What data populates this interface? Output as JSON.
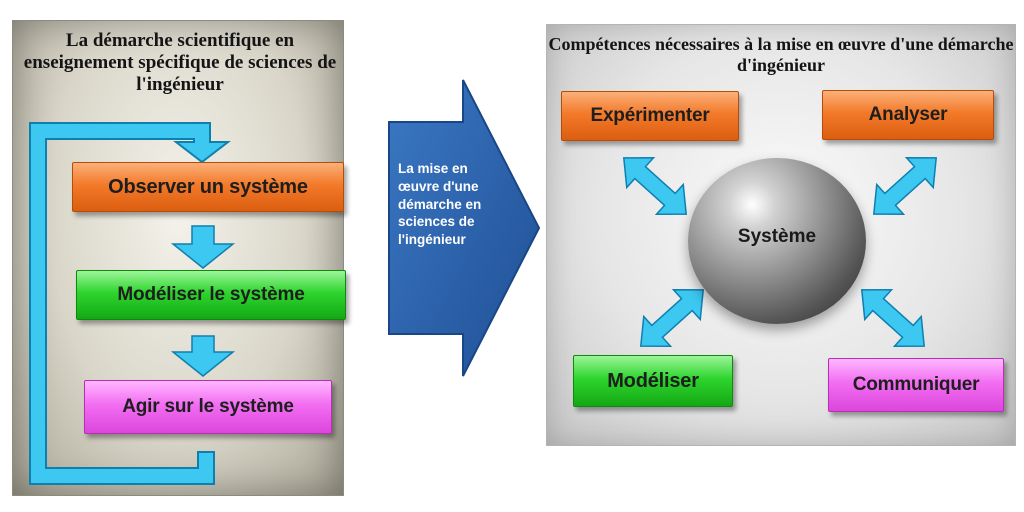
{
  "left": {
    "title": "La démarche scientifique en enseignement spécifique de sciences de l'ingénieur",
    "steps": [
      "Observer un système",
      "Modéliser le système",
      "Agir sur  le système"
    ]
  },
  "center": {
    "arrow_lines": [
      "La mise en",
      "œuvre d'une",
      "démarche en",
      "sciences de",
      "l'ingénieur"
    ]
  },
  "right": {
    "title": "Compétences nécessaires à la mise en œuvre d'une démarche d'ingénieur",
    "center_label": "Système",
    "skills": [
      "Expérimenter",
      "Analyser",
      "Modéliser",
      "Communiquer"
    ]
  },
  "colors": {
    "arrow_cyan": "#3cc8f0",
    "big_arrow_blue": "#2e63ad",
    "orange": "#f37a2a",
    "green": "#2ed52e",
    "magenta": "#f26ef2"
  }
}
